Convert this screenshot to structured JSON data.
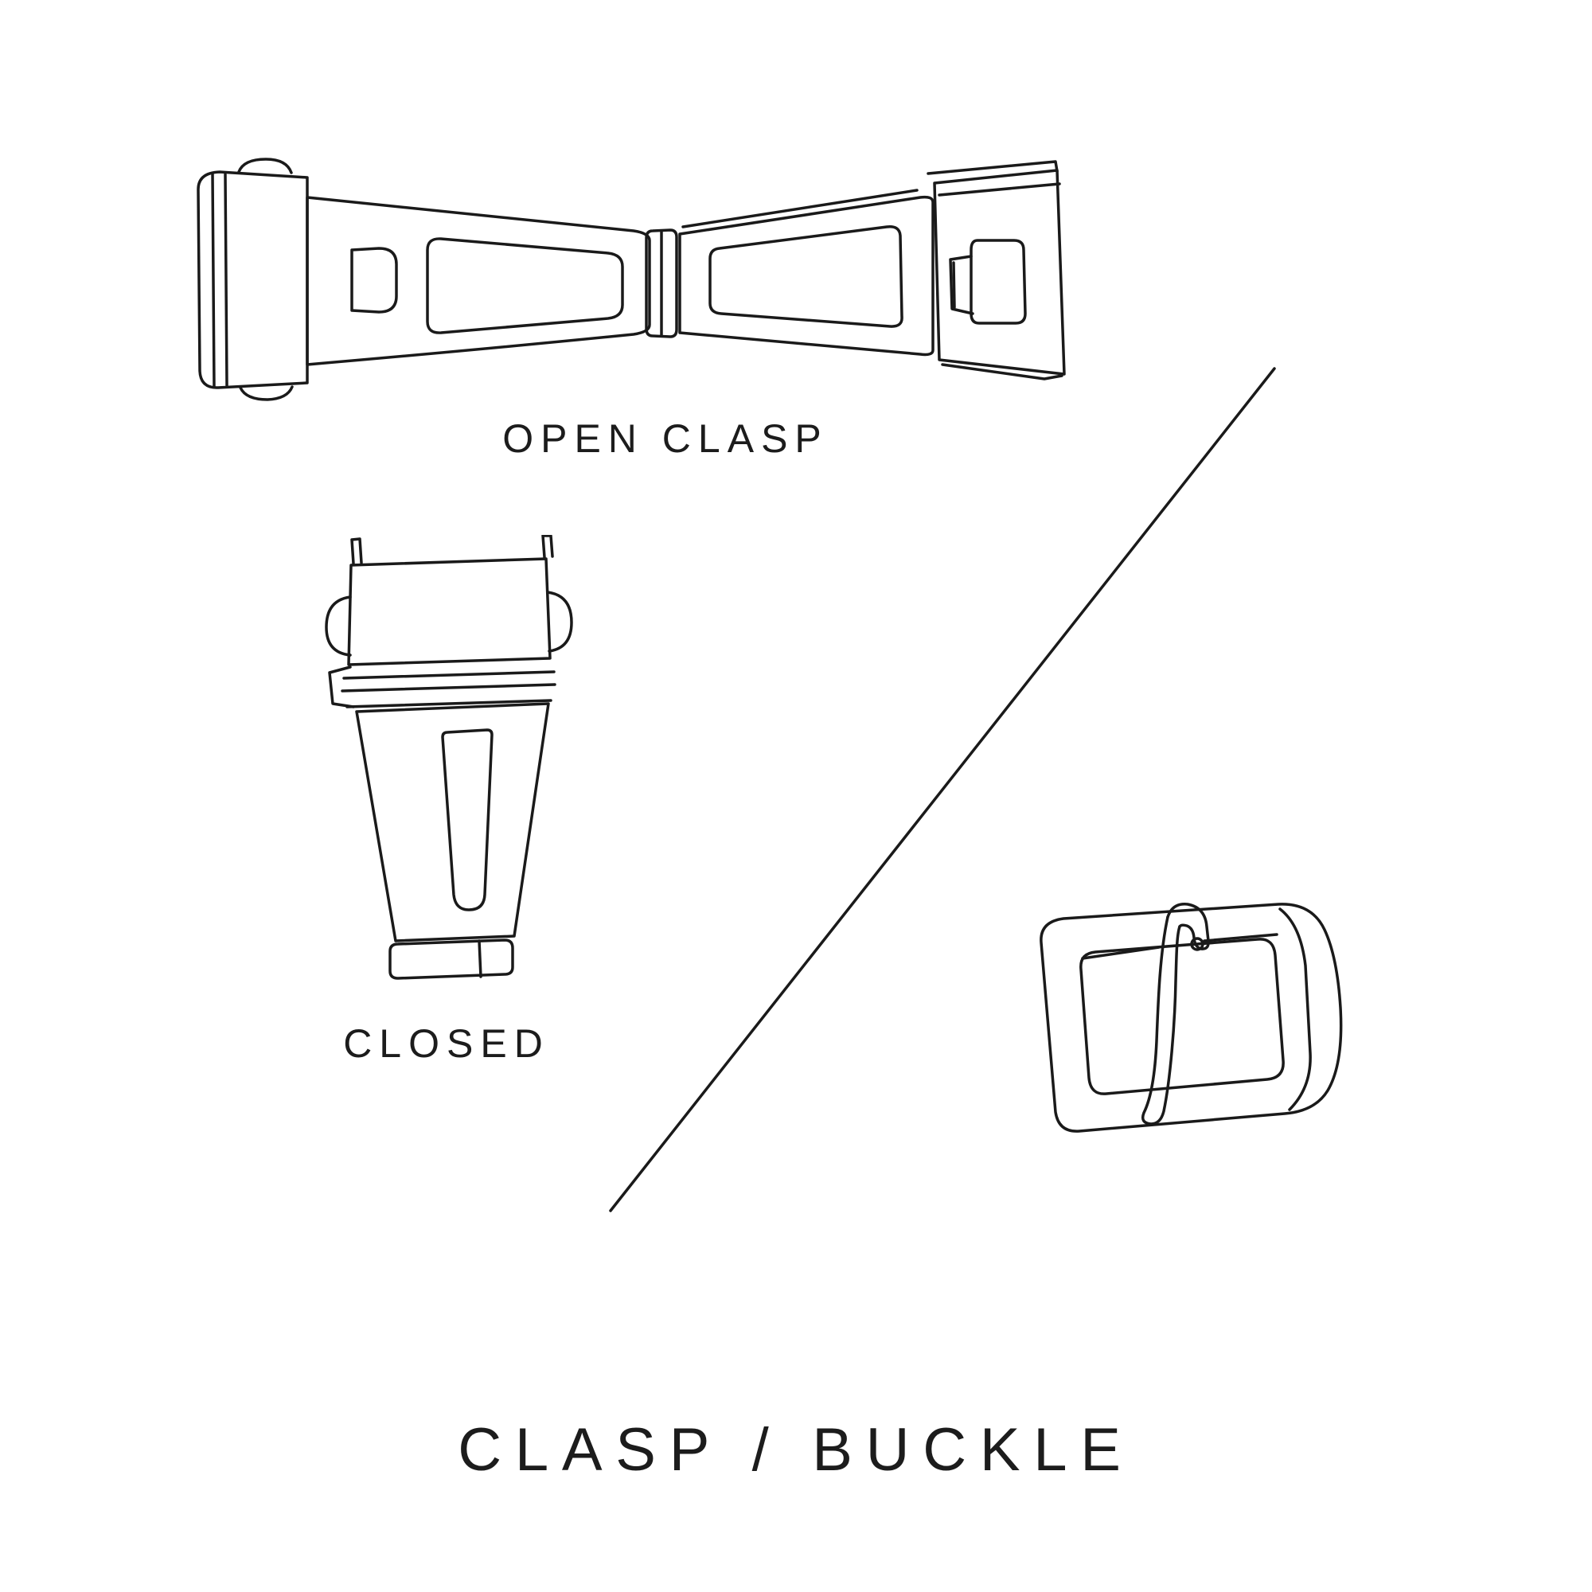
{
  "title": "CLASP / BUCKLE",
  "labels": {
    "open_clasp": "OPEN CLASP",
    "closed": "CLOSED"
  },
  "illustrations": {
    "open_clasp": "open-clasp-illustration",
    "closed_clasp": "closed-clasp-illustration",
    "buckle": "tang-buckle-illustration",
    "divider": "diagonal-divider-line"
  },
  "colors": {
    "line": "#1a1a1a",
    "text": "#1c1c1c",
    "background": "#ffffff"
  }
}
